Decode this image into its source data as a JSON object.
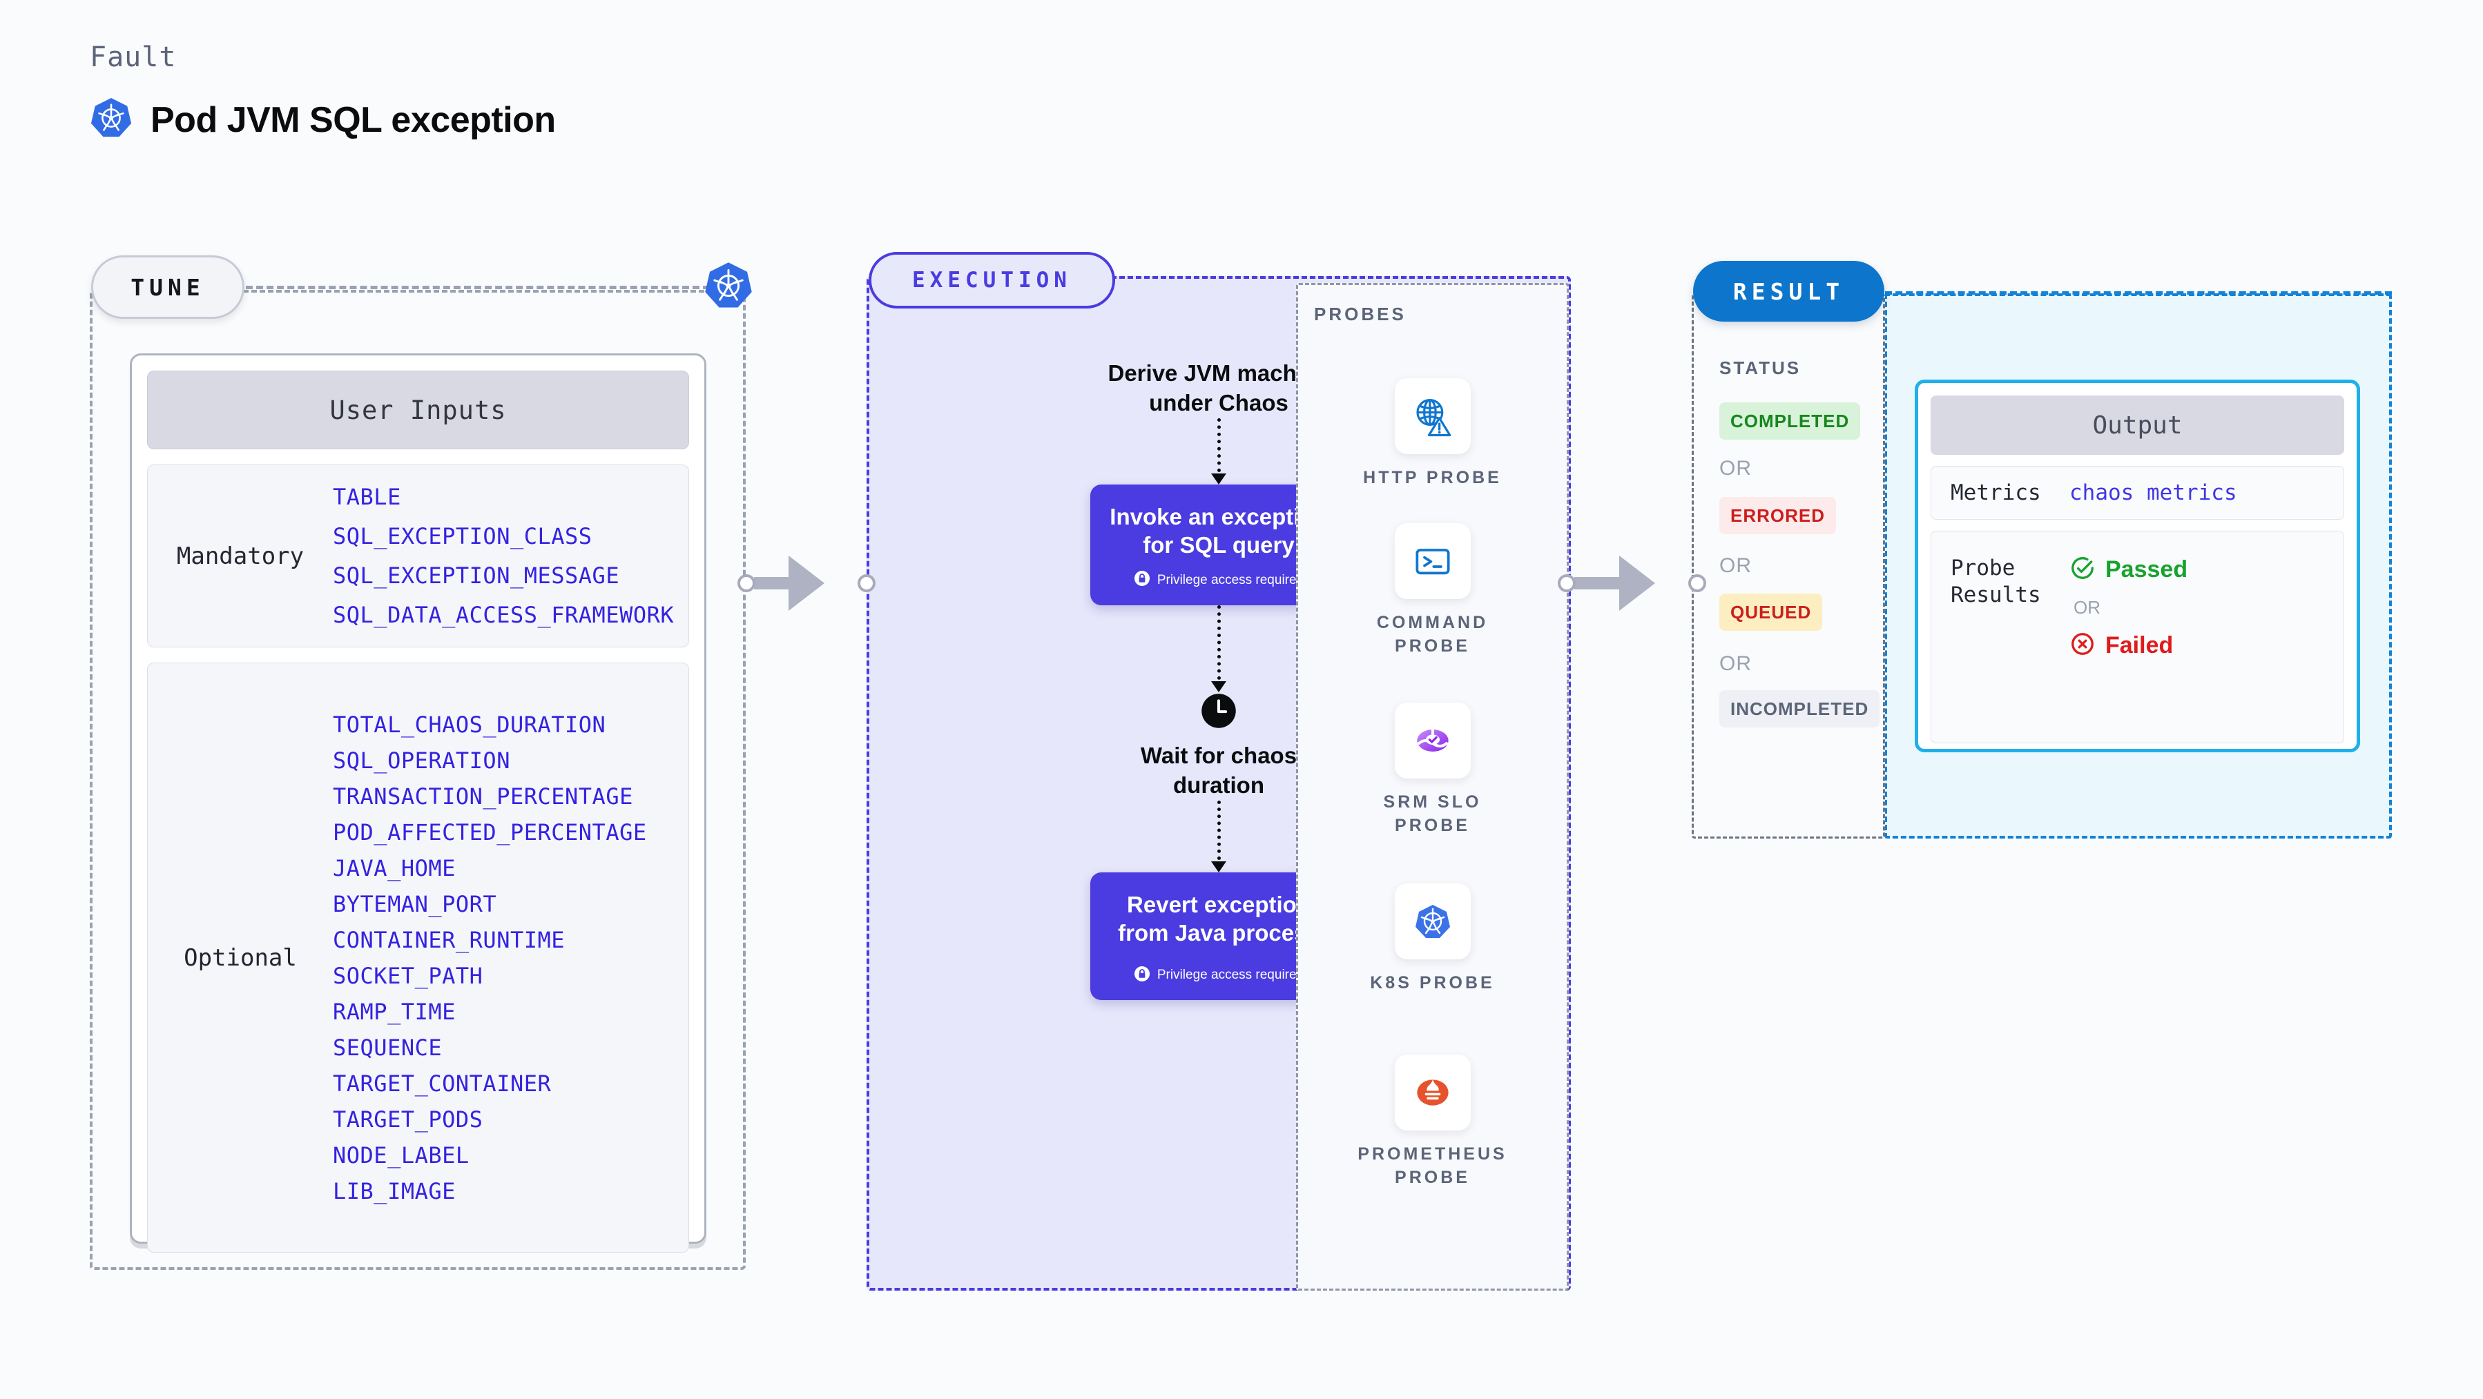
{
  "header": {
    "kicker": "Fault",
    "title": "Pod JVM SQL exception",
    "icon": "kubernetes-icon"
  },
  "tune": {
    "pill_label": "TUNE",
    "badge_icon": "kubernetes-icon",
    "user_inputs_title": "User Inputs",
    "groups": [
      {
        "label": "Mandatory",
        "params": [
          "TABLE",
          "SQL_EXCEPTION_CLASS",
          "SQL_EXCEPTION_MESSAGE",
          "SQL_DATA_ACCESS_FRAMEWORK"
        ]
      },
      {
        "label": "Optional",
        "params": [
          "TOTAL_CHAOS_DURATION",
          "SQL_OPERATION",
          "TRANSACTION_PERCENTAGE",
          "POD_AFFECTED_PERCENTAGE",
          "JAVA_HOME",
          "BYTEMAN_PORT",
          "CONTAINER_RUNTIME",
          "SOCKET_PATH",
          "RAMP_TIME",
          "SEQUENCE",
          "TARGET_CONTAINER",
          "TARGET_PODS",
          "NODE_LABEL",
          "LIB_IMAGE"
        ]
      }
    ]
  },
  "execution": {
    "pill_label": "EXECUTION",
    "step_1_text": "Derive JVM machine\nunder Chaos",
    "step_1_line_1": "Derive JVM machine",
    "step_1_line_2": "under Chaos",
    "box_1_line_1": "Invoke an exception",
    "box_1_line_2": "for SQL query",
    "box_1_privilege": "Privilege access required",
    "wait_line_1": "Wait for chaos",
    "wait_line_2": "duration",
    "wait_icon": "clock-icon",
    "box_2_line_1": "Revert exception",
    "box_2_line_2": "from Java process",
    "box_2_privilege": "Privilege access required",
    "corner_icon": "harness-logo-icon",
    "lock_icon": "lock-icon"
  },
  "probes": {
    "label": "PROBES",
    "items": [
      {
        "label_line_1": "HTTP  PROBE",
        "label_line_2": "",
        "icon": "globe-warning-icon"
      },
      {
        "label_line_1": "COMMAND",
        "label_line_2": "PROBE",
        "icon": "terminal-icon"
      },
      {
        "label_line_1": "SRM  SLO",
        "label_line_2": "PROBE",
        "icon": "srm-slo-icon"
      },
      {
        "label_line_1": "K8S  PROBE",
        "label_line_2": "",
        "icon": "kubernetes-icon"
      },
      {
        "label_line_1": "PROMETHEUS",
        "label_line_2": "PROBE",
        "icon": "prometheus-icon"
      }
    ]
  },
  "result": {
    "pill_label": "RESULT",
    "status_label": "STATUS",
    "or_label": "OR",
    "statuses": [
      {
        "label": "COMPLETED",
        "bg": "#d9f2da",
        "fg": "#17871f"
      },
      {
        "label": "ERRORED",
        "bg": "#fdeaea",
        "fg": "#cb1e1e"
      },
      {
        "label": "QUEUED",
        "bg": "#fdeec2",
        "fg": "#cb1e1e"
      },
      {
        "label": "INCOMPLETED",
        "bg": "#eff0f5",
        "fg": "#5b6478"
      }
    ],
    "output": {
      "title": "Output",
      "metrics_key": "Metrics",
      "metrics_value": "chaos metrics",
      "probe_results_key_line_1": "Probe",
      "probe_results_key_line_2": "Results",
      "passed_label": "Passed",
      "failed_label": "Failed",
      "or_label": "OR",
      "passed_icon": "check-circle-icon",
      "failed_icon": "x-circle-icon"
    }
  },
  "colors": {
    "accent_purple": "#4a3ce0",
    "accent_blue": "#0d75cb",
    "accent_cyan": "#1fb0ea",
    "param_blue": "#3422e0",
    "pink": "#f9548f",
    "k8s_blue": "#326ce5"
  }
}
